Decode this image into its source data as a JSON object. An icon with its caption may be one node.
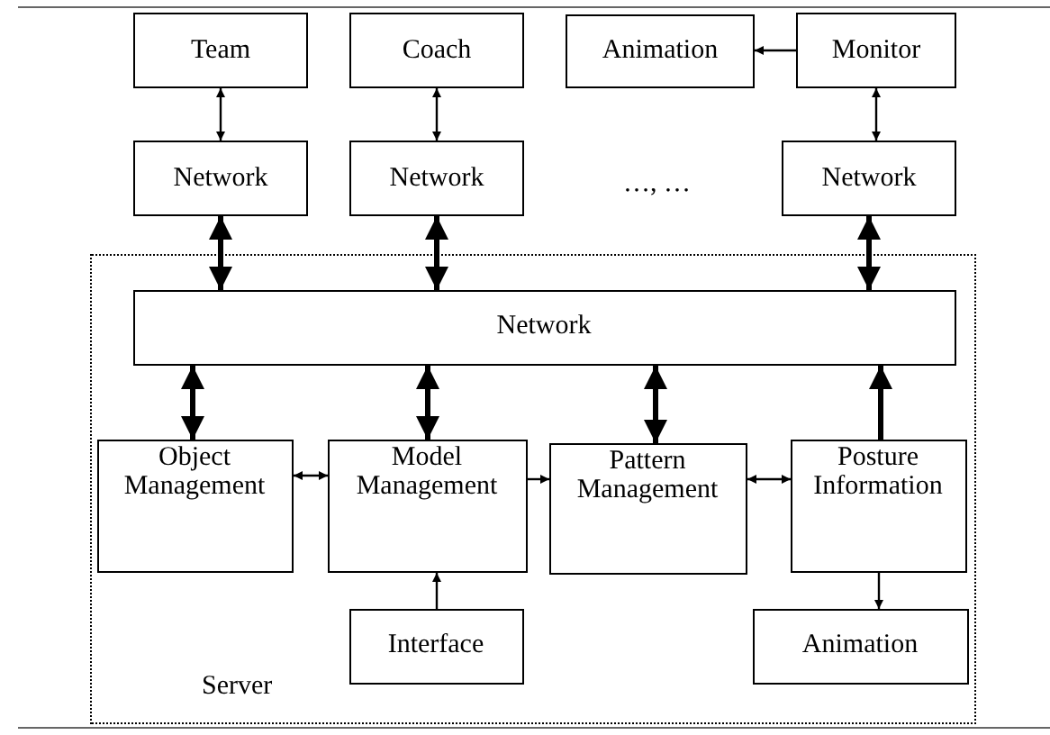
{
  "diagram": {
    "nodes": [
      {
        "text": [
          "Team"
        ]
      },
      {
        "text": [
          "Coach"
        ]
      },
      {
        "text": [
          "Animation"
        ]
      },
      {
        "text": [
          "Monitor"
        ]
      },
      {
        "text": [
          "Network"
        ]
      },
      {
        "text": [
          "Network"
        ]
      },
      {
        "text": [
          "Network"
        ]
      },
      {
        "text": [
          "Server"
        ]
      },
      {
        "text": [
          "Network"
        ],
        "in": 7
      },
      {
        "text": [
          "Object Management"
        ],
        "in": 7
      },
      {
        "text": [
          "Model Management"
        ],
        "in": 7
      },
      {
        "text": [
          "Pattern Management"
        ],
        "in": 7
      },
      {
        "text": [
          "Posture Information"
        ],
        "in": 7
      },
      {
        "text": [
          "Interface"
        ],
        "in": 7
      },
      {
        "text": [
          "Animation"
        ],
        "in": 7
      }
    ],
    "edges": [
      {
        "from": 0,
        "to": 4,
        "arrow": "both"
      },
      {
        "from": 1,
        "to": 5,
        "arrow": "both"
      },
      {
        "from": 3,
        "to": 2,
        "arrow": "to"
      },
      {
        "from": 3,
        "to": 6,
        "arrow": "both"
      },
      {
        "from": 4,
        "to": 8,
        "arrow": "both",
        "style": "thick"
      },
      {
        "from": 5,
        "to": 8,
        "arrow": "both",
        "style": "thick"
      },
      {
        "from": 6,
        "to": 8,
        "arrow": "both",
        "style": "thick"
      },
      {
        "from": 9,
        "to": 8,
        "arrow": "both",
        "style": "thick"
      },
      {
        "from": 10,
        "to": 8,
        "arrow": "both",
        "style": "thick"
      },
      {
        "from": 11,
        "to": 8,
        "arrow": "both",
        "style": "thick"
      },
      {
        "from": 12,
        "to": 8,
        "arrow": "to",
        "style": "thick"
      },
      {
        "from": 9,
        "to": 10,
        "arrow": "both"
      },
      {
        "from": 10,
        "to": 11,
        "arrow": "to"
      },
      {
        "from": 11,
        "to": 12,
        "arrow": "both"
      },
      {
        "from": 13,
        "to": 10,
        "arrow": "to"
      },
      {
        "from": 12,
        "to": 14,
        "arrow": "to"
      }
    ],
    "labels": [
      "…, …"
    ]
  }
}
